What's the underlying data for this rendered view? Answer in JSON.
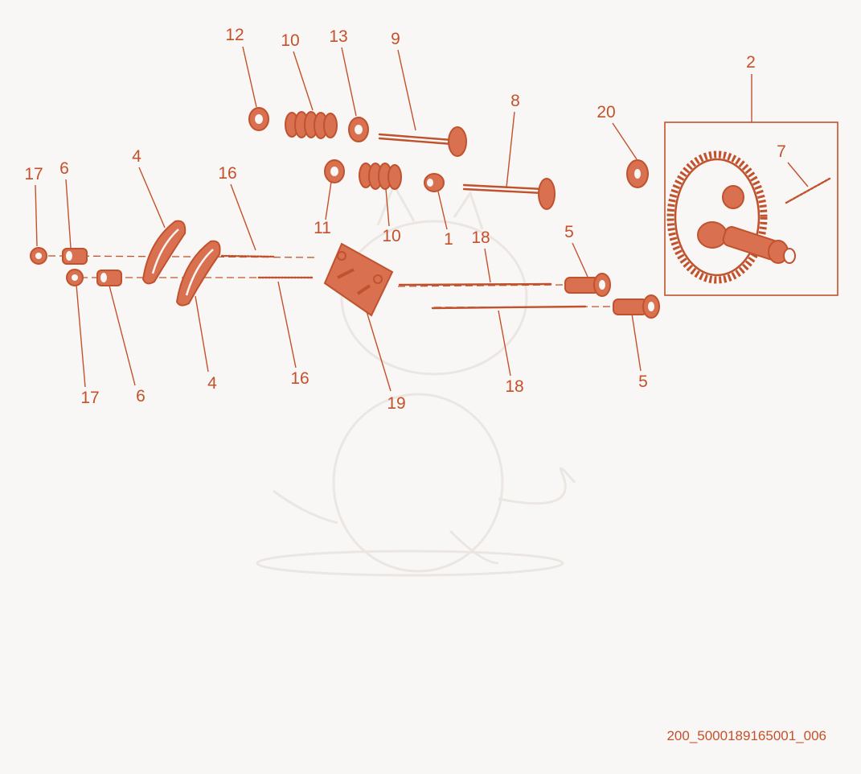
{
  "diagram": {
    "drawing_code": "200_5000189165001_006",
    "callouts": [
      {
        "id": "lbl-12-top",
        "text": "12"
      },
      {
        "id": "lbl-10-top",
        "text": "10"
      },
      {
        "id": "lbl-13-top",
        "text": "13"
      },
      {
        "id": "lbl-9",
        "text": "9"
      },
      {
        "id": "lbl-8",
        "text": "8"
      },
      {
        "id": "lbl-20",
        "text": "20"
      },
      {
        "id": "lbl-2",
        "text": "2"
      },
      {
        "id": "lbl-7",
        "text": "7"
      },
      {
        "id": "lbl-17-top",
        "text": "17"
      },
      {
        "id": "lbl-6-top",
        "text": "6"
      },
      {
        "id": "lbl-4-top",
        "text": "4"
      },
      {
        "id": "lbl-16-top",
        "text": "16"
      },
      {
        "id": "lbl-11",
        "text": "11"
      },
      {
        "id": "lbl-10-mid",
        "text": "10"
      },
      {
        "id": "lbl-1",
        "text": "1"
      },
      {
        "id": "lbl-18-top",
        "text": "18"
      },
      {
        "id": "lbl-5-top",
        "text": "5"
      },
      {
        "id": "lbl-4-bottom",
        "text": "4"
      },
      {
        "id": "lbl-16-bottom",
        "text": "16"
      },
      {
        "id": "lbl-17-bottom",
        "text": "17"
      },
      {
        "id": "lbl-6-bottom",
        "text": "6"
      },
      {
        "id": "lbl-19",
        "text": "19"
      },
      {
        "id": "lbl-18-bottom",
        "text": "18"
      },
      {
        "id": "lbl-5-bottom",
        "text": "5"
      }
    ],
    "colors": {
      "background": "#f9f7f6",
      "ink": "#c0522d",
      "part_fill": "#d9704f",
      "label": "#c4512a",
      "watermark": "#ece6e2"
    }
  }
}
